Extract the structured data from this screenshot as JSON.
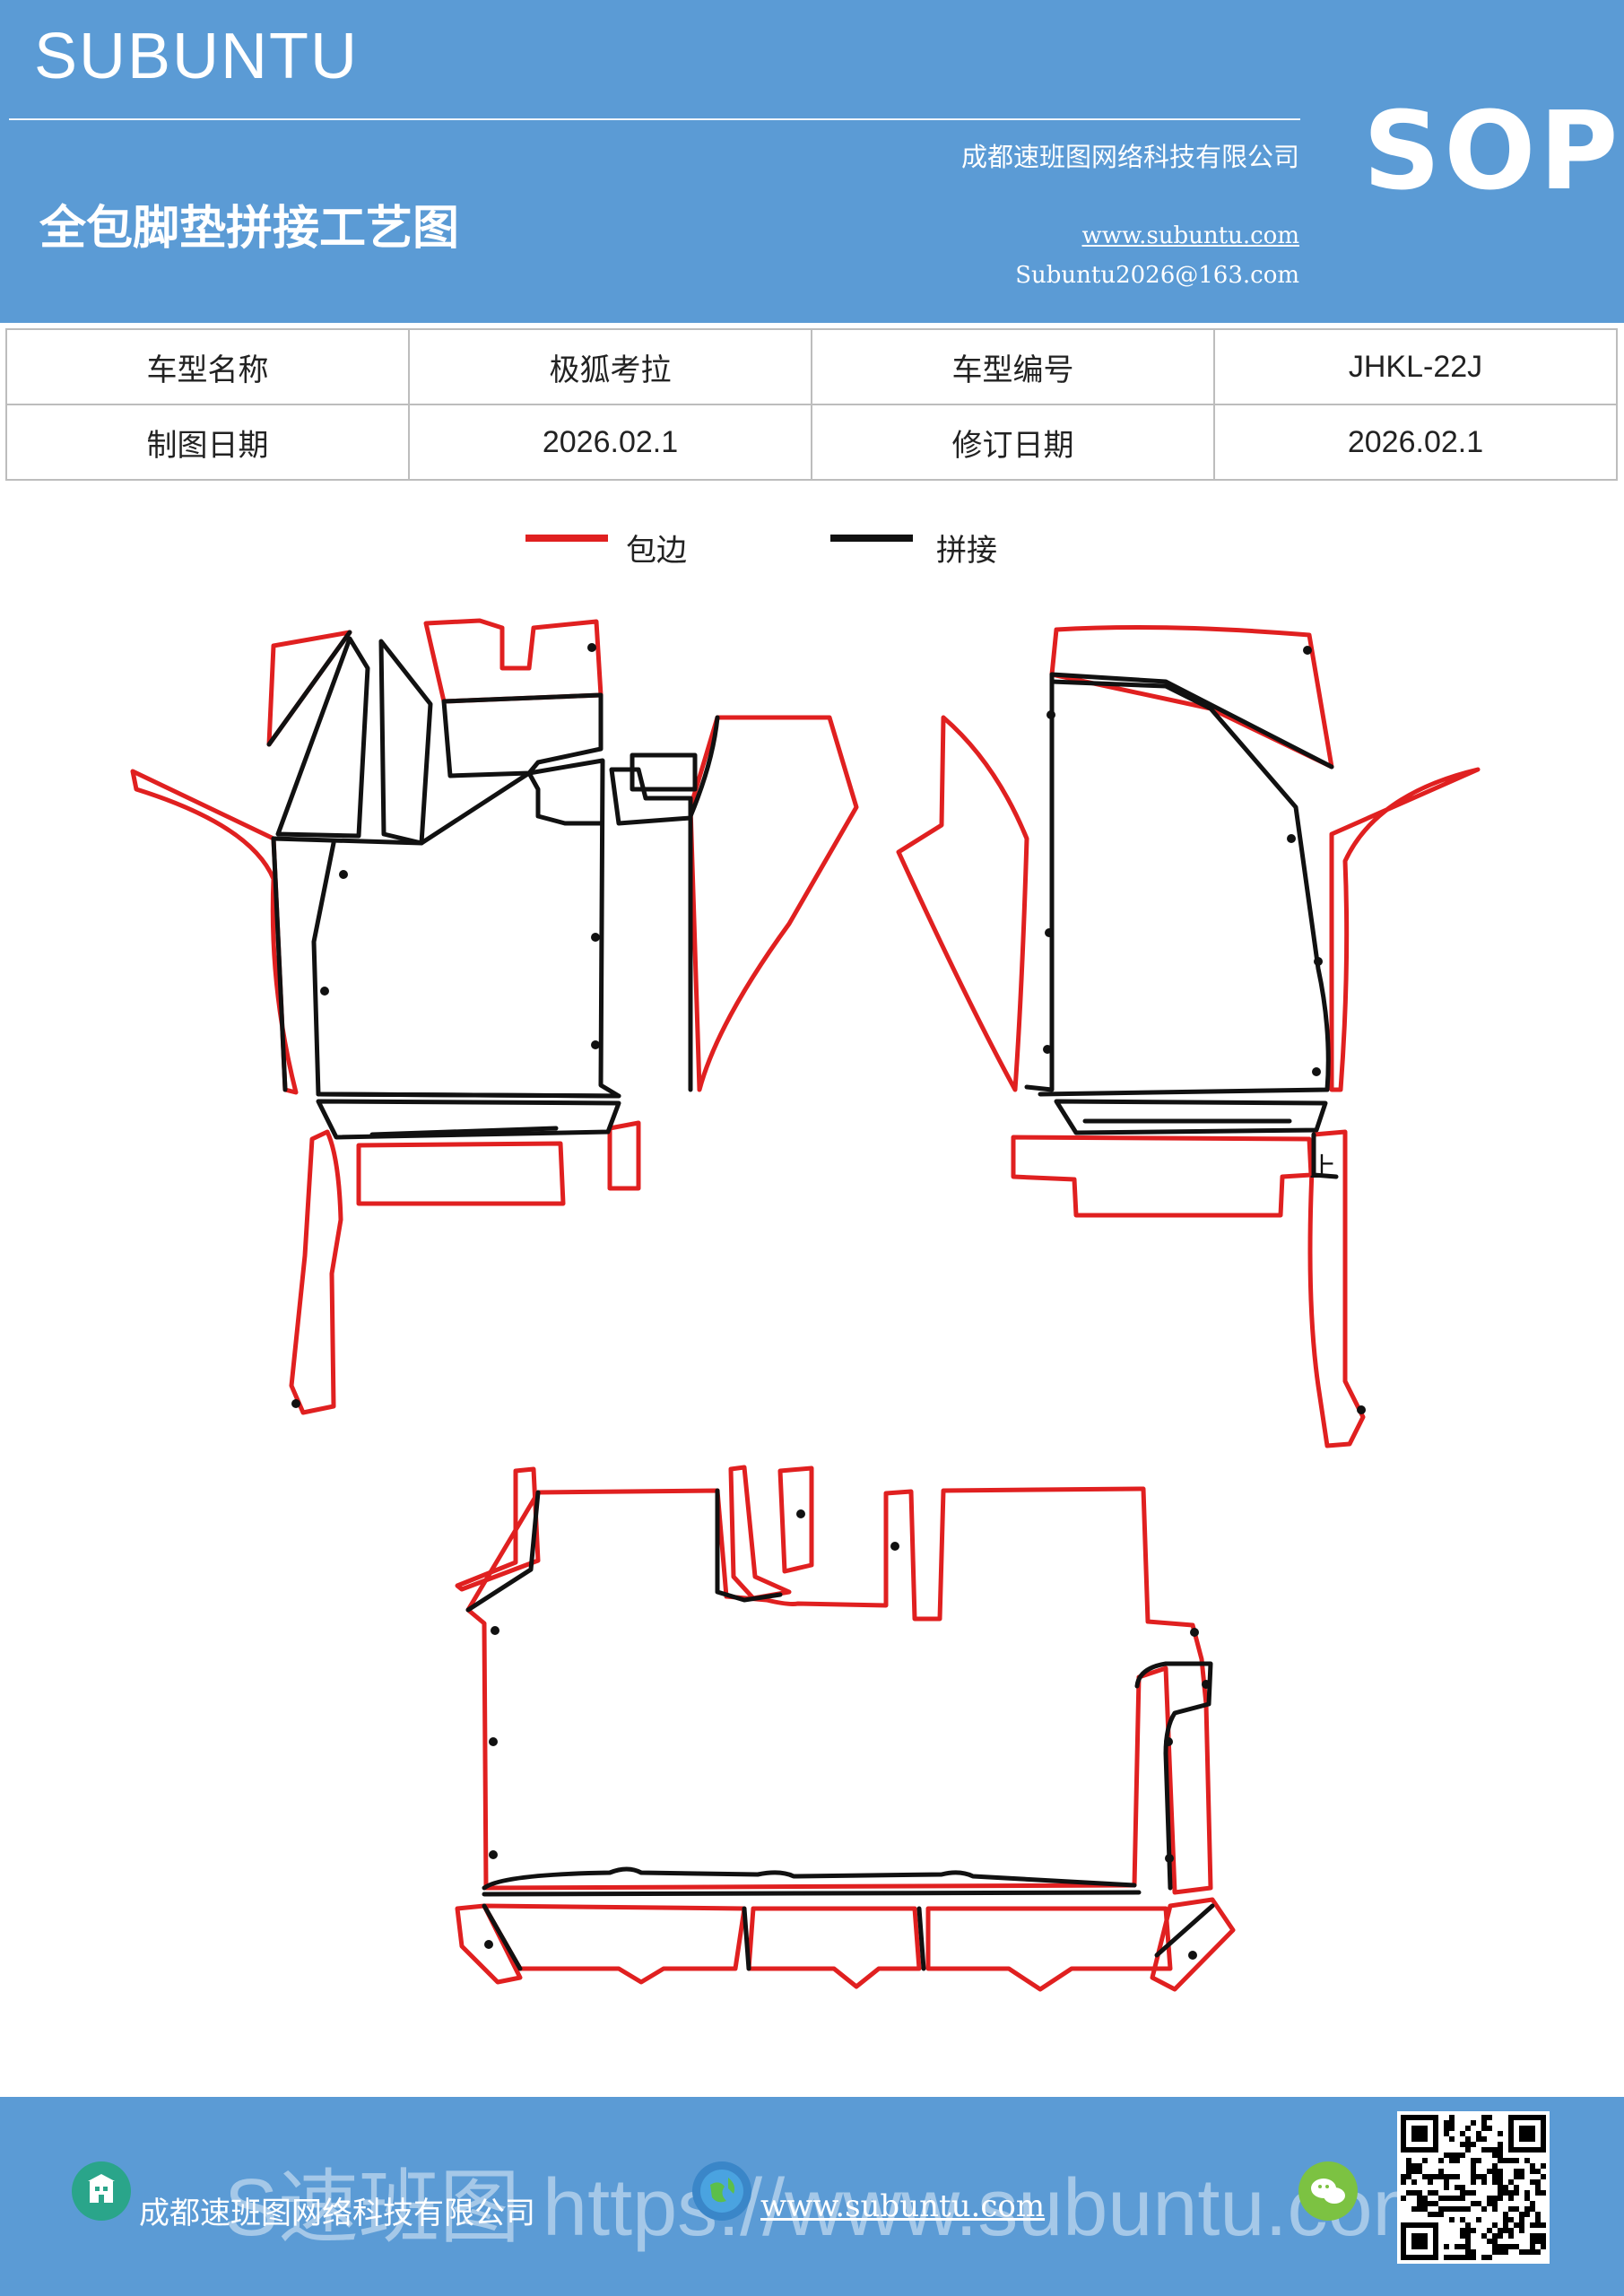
{
  "header": {
    "brand": "SUBUNTU",
    "title": "全包脚垫拼接工艺图",
    "company": "成都速班图网络科技有限公司",
    "website": "www.subuntu.com",
    "email": "Subuntu2026@163.com",
    "badge": "SOP"
  },
  "info_table": {
    "rows": [
      {
        "label1": "车型名称",
        "value1": "极狐考拉",
        "label2": "车型编号",
        "value2": "JHKL-22J"
      },
      {
        "label1": "制图日期",
        "value1": "2026.02.1",
        "label2": "修订日期",
        "value2": "2026.02.1"
      }
    ]
  },
  "legend": {
    "items": [
      {
        "label": "包边",
        "color": "#e02020"
      },
      {
        "label": "拼接",
        "color": "#111111"
      }
    ]
  },
  "diagram": {
    "small_label": "上",
    "colors": {
      "edge": "#e02020",
      "seam": "#111111"
    }
  },
  "footer": {
    "company": "成都速班图网络科技有限公司",
    "website": "www.subuntu.com",
    "watermark": "S速班图 https://www.subuntu.com"
  }
}
